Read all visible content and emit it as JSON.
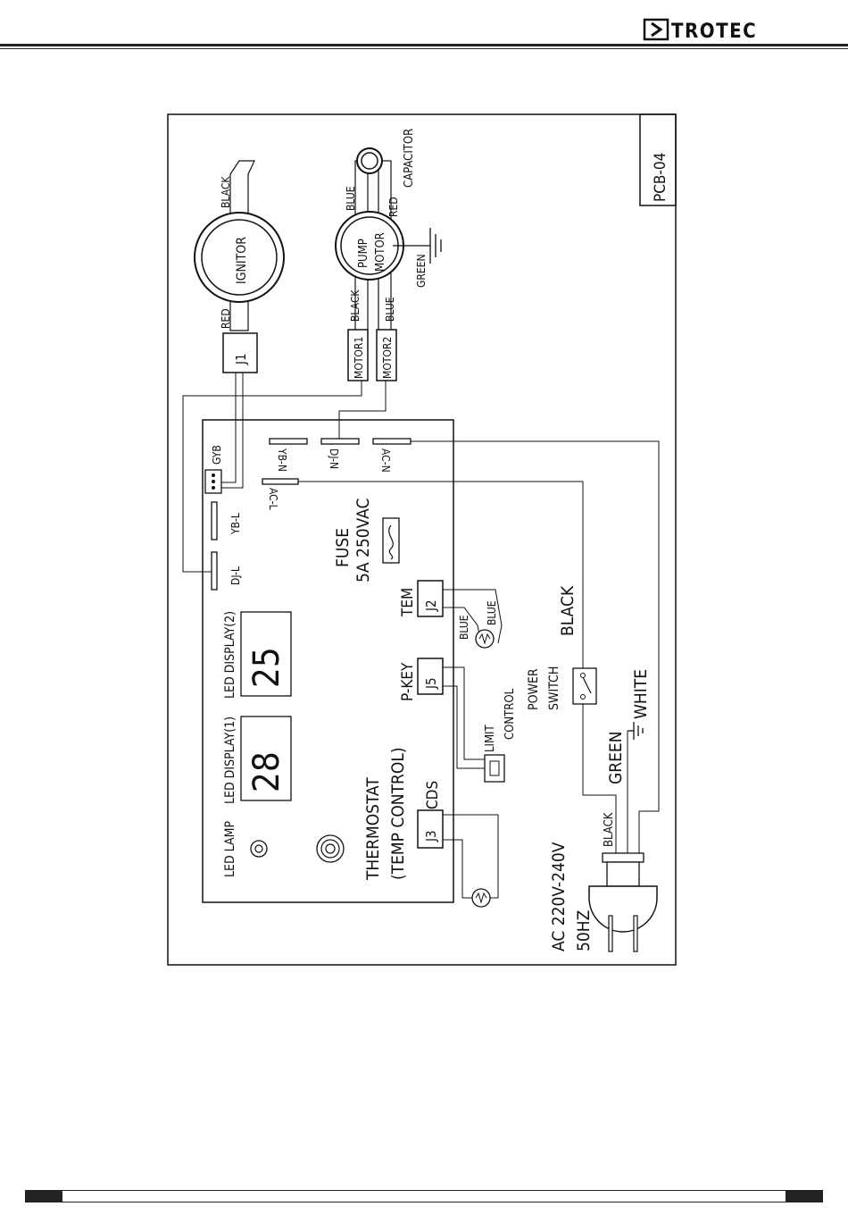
{
  "header": {
    "brand": "TROTEC",
    "logo_icon": "chevron-right-icon"
  },
  "diagram": {
    "board_id": "PCB-04",
    "components": {
      "ignitor": "IGNITOR",
      "pump_motor_line1": "PUMP",
      "pump_motor_line2": "MOTOR",
      "capacitor": "CAPACITOR",
      "j1": "J1",
      "motor1": "MOTOR1",
      "motor2": "MOTOR2",
      "j2": "J2",
      "j5": "J5",
      "j3": "J3",
      "fuse_line1": "FUSE",
      "fuse_line2": "5A 250VAC",
      "led_lamp": "LED LAMP",
      "led_display_1": "LED DISPLAY(1)",
      "led_display_2": "LED DISPLAY(2)",
      "display_1_value": "28",
      "display_2_value": "25",
      "thermostat_line1": "THERMOSTAT",
      "thermostat_line2": "(TEMP CONTROL)",
      "cds": "CDS",
      "tem": "TEM",
      "p_key": "P-KEY",
      "limit_control_line1": "LIMIT",
      "limit_control_line2": "CONTROL",
      "power_switch_line1": "POWER",
      "power_switch_line2": "SWITCH",
      "power_supply_line1": "AC 220V-240V",
      "power_supply_line2": "50HZ"
    },
    "terminals": {
      "gyb": "GYB",
      "yb_l": "YB-L",
      "dj_l": "DJ-L",
      "ac_l": "AC-L",
      "yb_n": "YB-N",
      "dj_n": "DJ-N",
      "ac_n": "AC-N"
    },
    "wires": {
      "ignitor_top": "BLACK",
      "ignitor_bottom": "RED",
      "motor_top": "BLUE",
      "motor_right": "RED",
      "motor_ground": "GREEN",
      "motor1_wire": "BLACK",
      "motor2_wire": "BLUE",
      "tem_blue_1": "BLUE",
      "tem_blue_2": "BLUE",
      "switch_wire": "BLACK",
      "plug_green": "GREEN",
      "plug_white": "WHITE",
      "plug_black": "BLACK"
    }
  }
}
